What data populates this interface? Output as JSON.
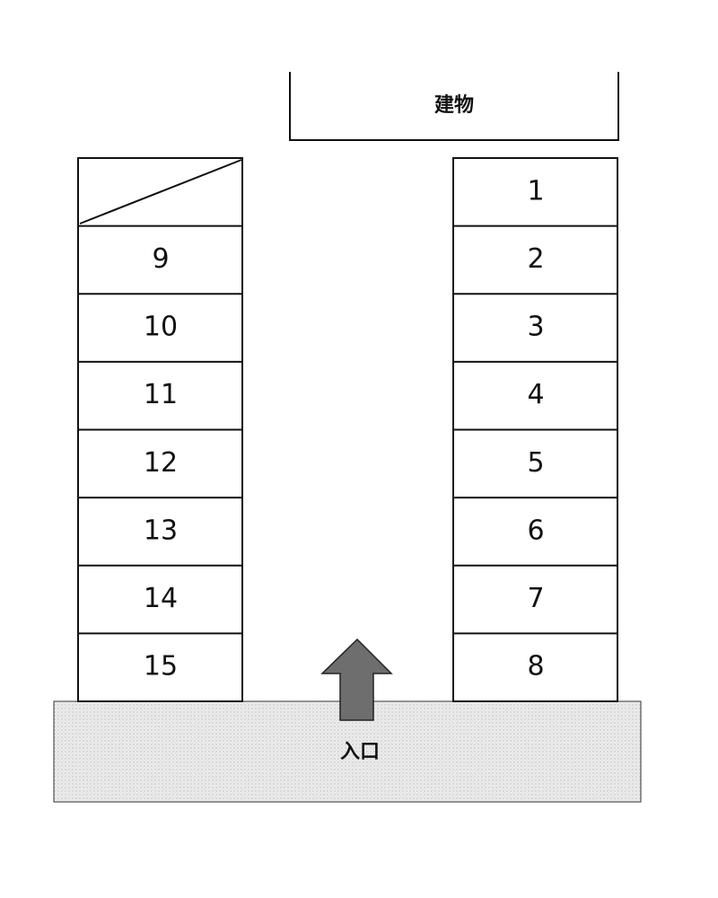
{
  "building": {
    "label": "建物"
  },
  "entrance": {
    "label": "入口"
  },
  "right_spaces": [
    "1",
    "2",
    "3",
    "4",
    "5",
    "6",
    "7",
    "8"
  ],
  "left_spaces": [
    "9",
    "10",
    "11",
    "12",
    "13",
    "14",
    "15"
  ],
  "colors": {
    "line": "#111111",
    "road": "#e6e6e6",
    "arrow_fill": "#6e6e6e"
  }
}
